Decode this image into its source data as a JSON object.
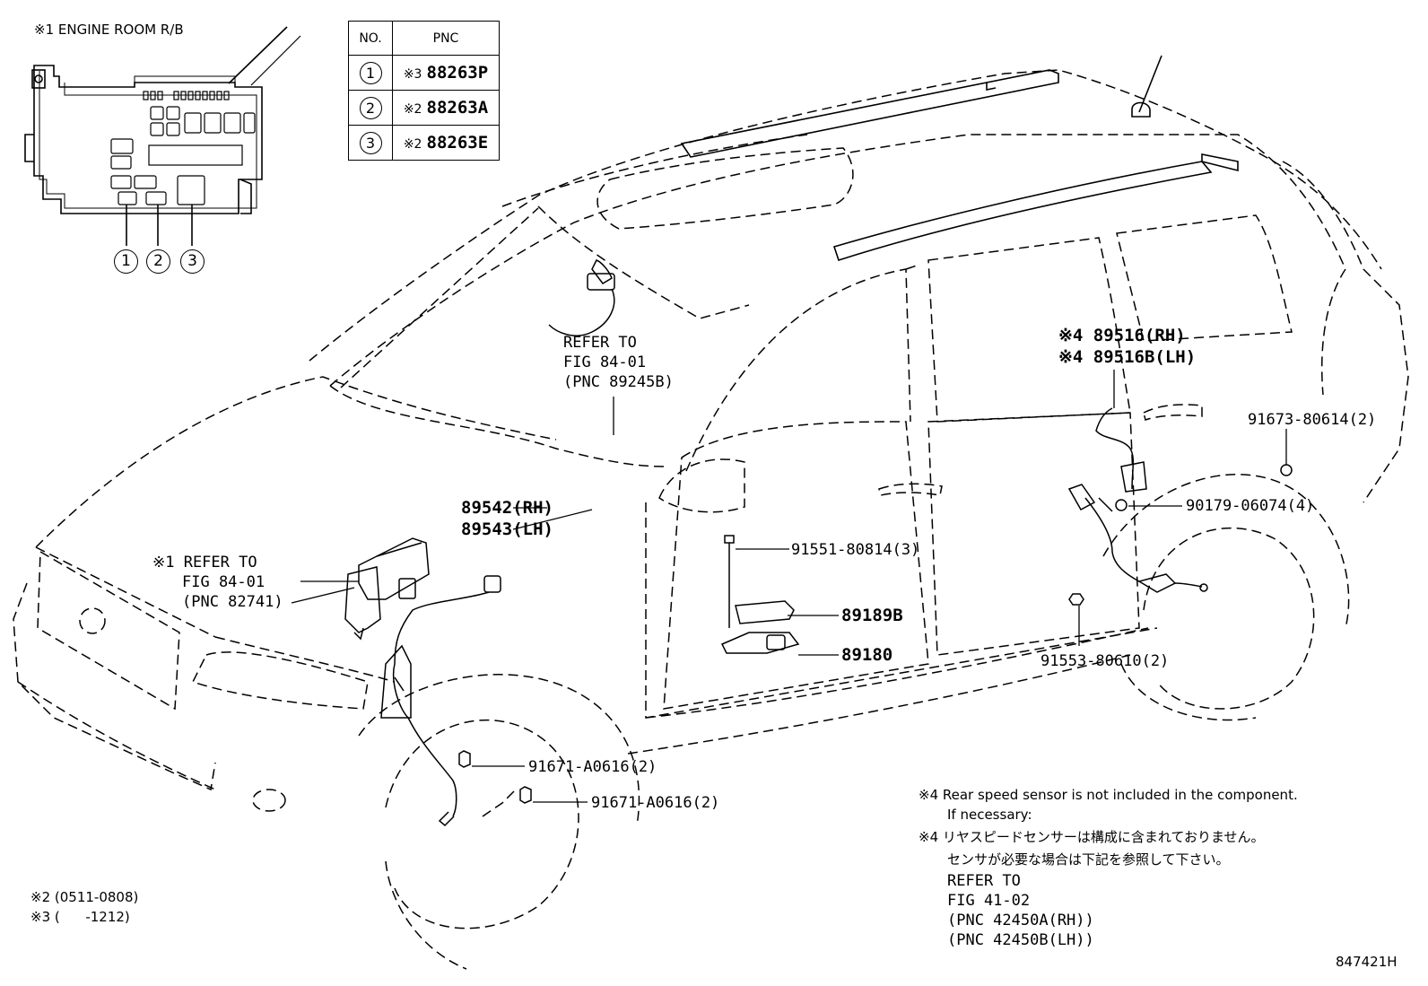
{
  "engine_room_title": "※1 ENGINE ROOM R/B",
  "table": {
    "col_no": "NO.",
    "col_pnc": "PNC",
    "rows": [
      {
        "no": "1",
        "mark": "※3",
        "pnc": "88263P"
      },
      {
        "no": "2",
        "mark": "※2",
        "pnc": "88263A"
      },
      {
        "no": "3",
        "mark": "※2",
        "pnc": "88263E"
      }
    ]
  },
  "relay_box_callouts": [
    "1",
    "2",
    "3"
  ],
  "labels": {
    "refer_top": [
      "REFER TO",
      "FIG 84-01",
      "(PNC 89245B)"
    ],
    "p89542": "89542(RH)",
    "p89543": "89543(LH)",
    "refer_left": [
      "※1 REFER TO",
      "FIG 84-01",
      "(PNC 82741)"
    ],
    "p89516rh": "※4 89516(RH)",
    "p89516lh": "※4 89516B(LH)",
    "p91673": "91673-80614(2)",
    "p90179": "90179-06074(4)",
    "p91551": "91551-80814(3)",
    "p89189b": "89189B",
    "p89180": "89180",
    "p91553": "91553-80610(2)",
    "p91671a": "91671-A0616(2)",
    "p91671b": "91671-A0616(2)"
  },
  "notes": {
    "en_line1": "※4 Rear speed sensor is not included in the component.",
    "en_line2": "If necessary:",
    "jp_line1": "※4 リヤスピードセンサーは構成に含まれておりません。",
    "jp_line2": "センサが必要な場合は下記を参照して下さい。",
    "refer": [
      "REFER TO",
      "FIG 41-02",
      "(PNC 42450A(RH))",
      "(PNC 42450B(LH))"
    ]
  },
  "footnotes": [
    "※2 (0511-0808)",
    "※3 (      -1212)"
  ],
  "diagram_id": "847421H"
}
